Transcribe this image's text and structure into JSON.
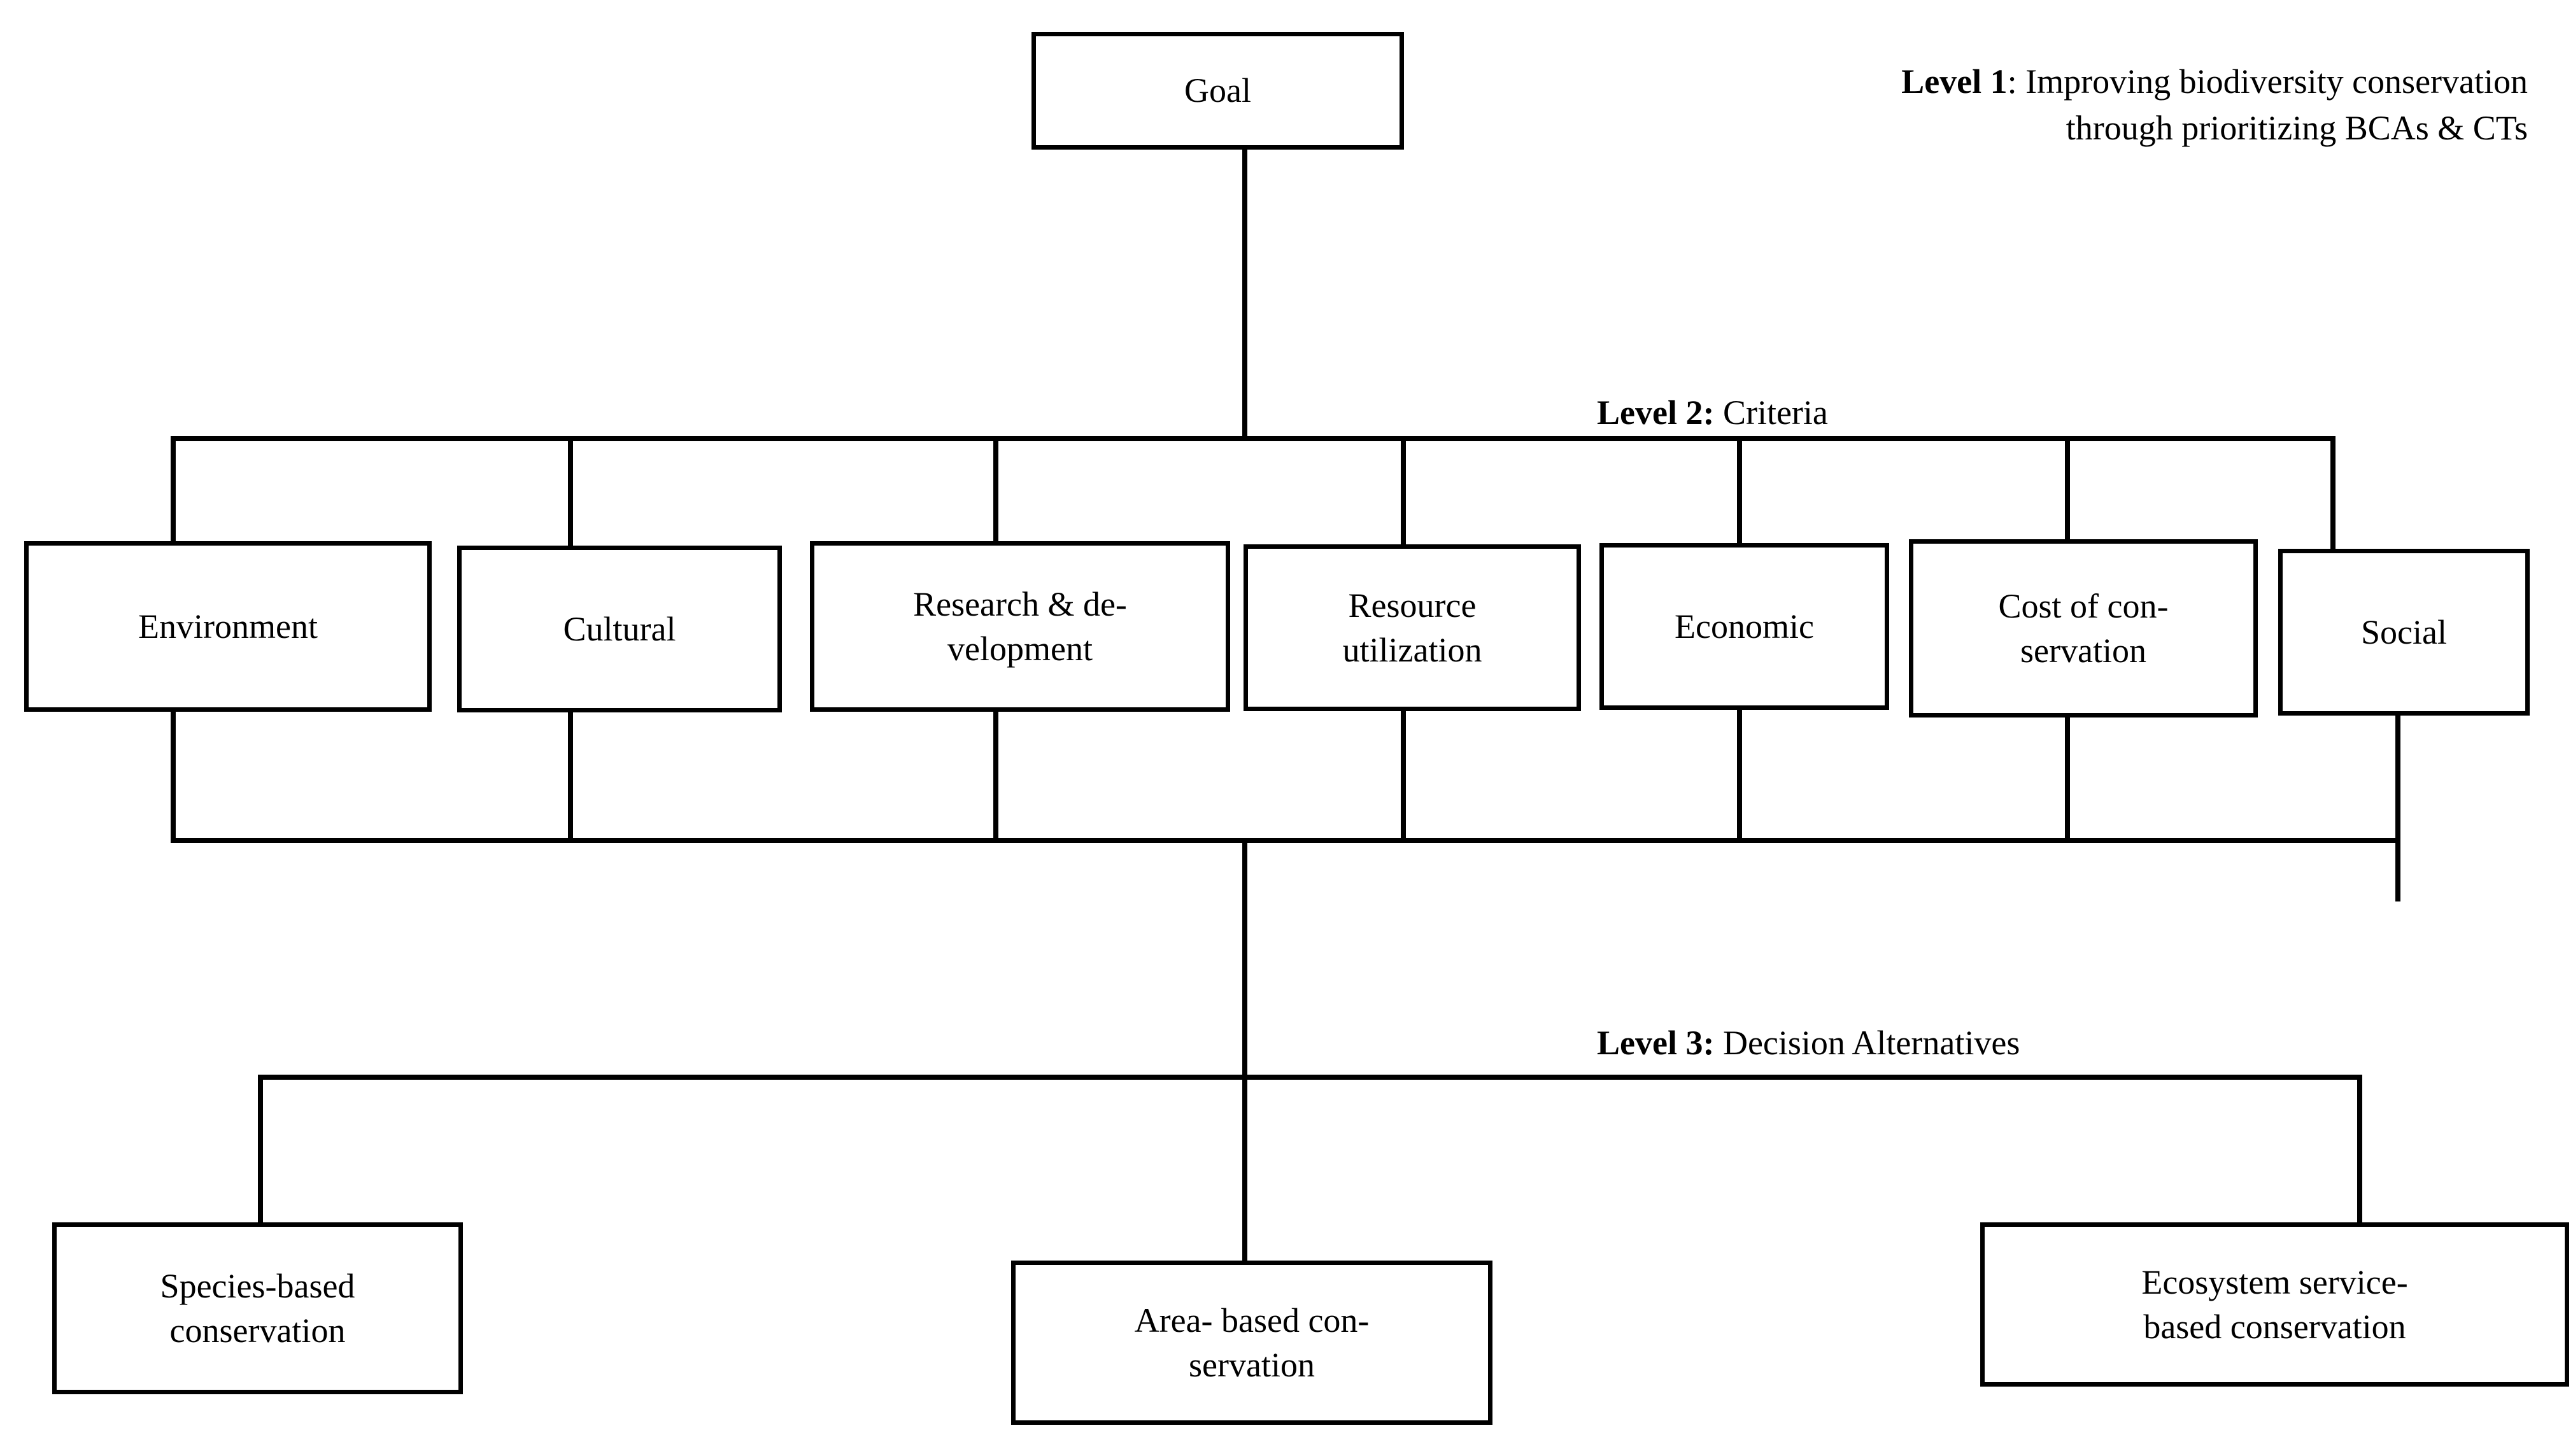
{
  "diagram": {
    "type": "hierarchy",
    "title_present": false,
    "background_color": "#ffffff",
    "line_color": "#000000",
    "levels": [
      {
        "id": "level-1",
        "tag_bold": "Level 1",
        "tag_rest": ": Improving biodiversity conservation\nthrough prioritizing BCAs & CTs",
        "tag_full": "Level 1: Improving biodiversity conservation through prioritizing BCAs & CTs",
        "nodes": [
          "Goal"
        ]
      },
      {
        "id": "level-2",
        "tag_bold": "Level 2:",
        "tag_rest": " Criteria",
        "tag_full": "Level 2: Criteria",
        "nodes": [
          "Environment",
          "Cultural",
          "Research & de-\nvelopment",
          "Resource\nutilization",
          "Economic",
          "Cost of con-\nservation",
          "Social"
        ]
      },
      {
        "id": "level-3",
        "tag_bold": "Level 3:",
        "tag_rest": " Decision Alternatives",
        "tag_full": "Level 3: Decision Alternatives",
        "nodes": [
          "Species-based\nconservation",
          "Area- based con-\nservation",
          "Ecosystem service-\nbased conservation"
        ]
      }
    ],
    "goal": {
      "label": "Goal"
    },
    "criteria": [
      {
        "id": "environment",
        "label": "Environment"
      },
      {
        "id": "cultural",
        "label": "Cultural"
      },
      {
        "id": "research-development",
        "label": "Research & de-\nvelopment"
      },
      {
        "id": "resource-utilization",
        "label": "Resource\nutilization"
      },
      {
        "id": "economic",
        "label": "Economic"
      },
      {
        "id": "cost-of-conservation",
        "label": "Cost of con-\nservation"
      },
      {
        "id": "social",
        "label": "Social"
      }
    ],
    "alternatives": [
      {
        "id": "species-based-conservation",
        "label": "Species-based\nconservation"
      },
      {
        "id": "area-based-conservation",
        "label": "Area- based con-\nservation"
      },
      {
        "id": "ecosystem-service-based-conservation",
        "label": "Ecosystem service-\nbased conservation"
      }
    ]
  }
}
